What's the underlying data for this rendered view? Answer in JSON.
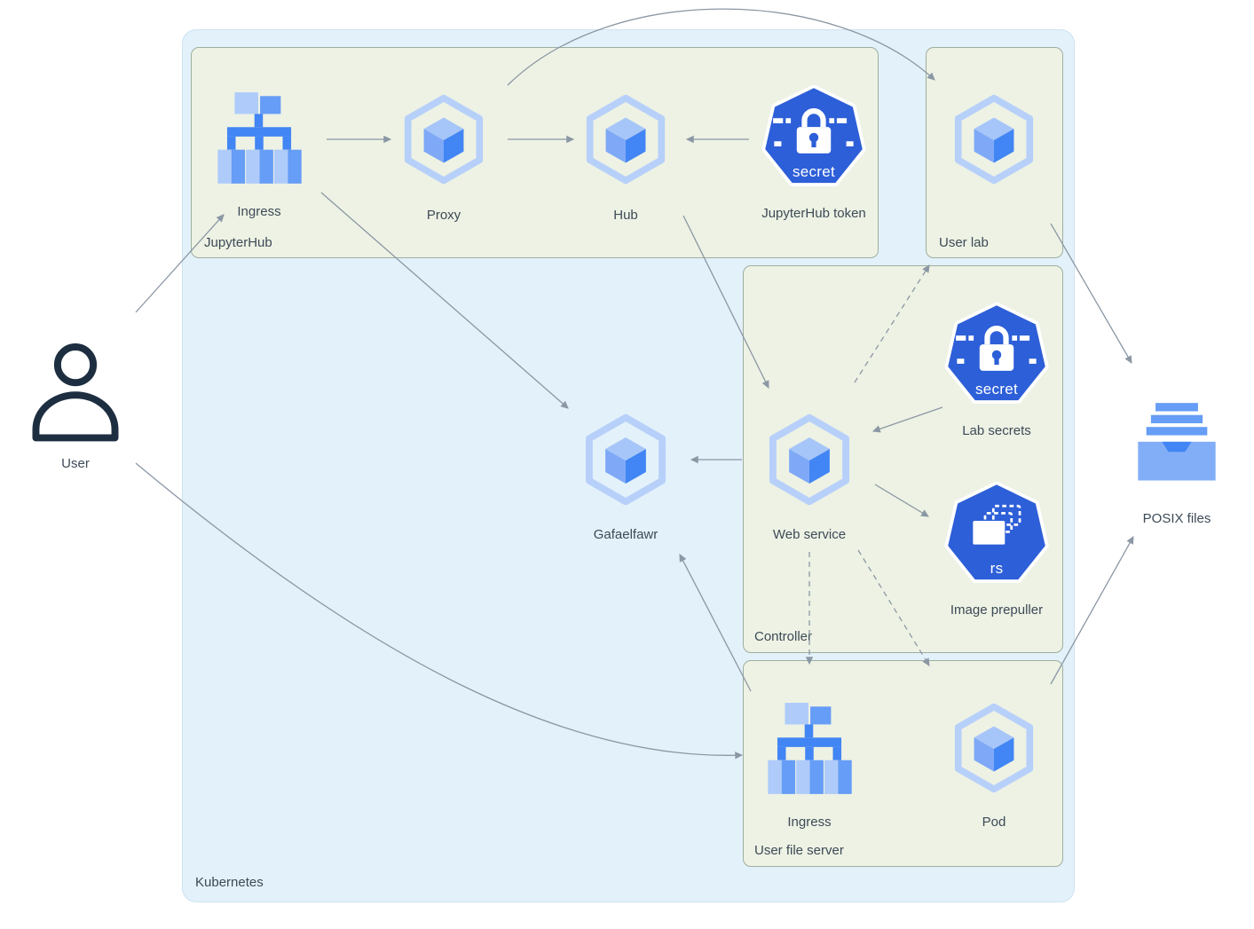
{
  "groups": {
    "kubernetes": {
      "label": "Kubernetes"
    },
    "jupyterhub": {
      "label": "JupyterHub"
    },
    "user_lab": {
      "label": "User lab"
    },
    "controller": {
      "label": "Controller"
    },
    "user_file_server": {
      "label": "User file server"
    }
  },
  "nodes": {
    "user": {
      "label": "User",
      "icon": "person-icon"
    },
    "jupyterhub_ingress": {
      "label": "Ingress",
      "icon": "ingress-icon"
    },
    "proxy": {
      "label": "Proxy",
      "icon": "kubernetes-pod-icon"
    },
    "hub": {
      "label": "Hub",
      "icon": "kubernetes-pod-icon"
    },
    "jupyterhub_token": {
      "label": "JupyterHub token",
      "icon": "secret-icon",
      "badge": "secret"
    },
    "user_lab_pod": {
      "icon": "kubernetes-pod-icon"
    },
    "lab_secrets": {
      "label": "Lab secrets",
      "icon": "secret-icon",
      "badge": "secret"
    },
    "web_service": {
      "label": "Web service",
      "icon": "kubernetes-pod-icon"
    },
    "image_prepuller": {
      "label": "Image prepuller",
      "icon": "replicaset-icon",
      "badge": "rs"
    },
    "gafaelfawr": {
      "label": "Gafaelfawr",
      "icon": "kubernetes-pod-icon"
    },
    "file_server_ingress": {
      "label": "Ingress",
      "icon": "ingress-icon"
    },
    "file_server_pod": {
      "label": "Pod",
      "icon": "kubernetes-pod-icon"
    },
    "posix_files": {
      "label": "POSIX files",
      "icon": "file-tray-icon"
    }
  },
  "edges": [
    {
      "from": "user",
      "to": "jupyterhub_ingress",
      "style": "solid"
    },
    {
      "from": "jupyterhub_ingress",
      "to": "proxy",
      "style": "solid"
    },
    {
      "from": "proxy",
      "to": "hub",
      "style": "solid"
    },
    {
      "from": "jupyterhub_token",
      "to": "hub",
      "style": "solid"
    },
    {
      "from": "proxy",
      "to": "user_lab_pod",
      "style": "solid"
    },
    {
      "from": "jupyterhub_ingress",
      "to": "gafaelfawr",
      "style": "solid"
    },
    {
      "from": "hub",
      "to": "web_service",
      "style": "solid"
    },
    {
      "from": "user_lab_pod",
      "to": "posix_files",
      "style": "solid"
    },
    {
      "from": "web_service",
      "to": "user_lab_pod",
      "style": "dashed"
    },
    {
      "from": "lab_secrets",
      "to": "web_service",
      "style": "solid"
    },
    {
      "from": "web_service",
      "to": "gafaelfawr",
      "style": "solid"
    },
    {
      "from": "web_service",
      "to": "image_prepuller",
      "style": "solid"
    },
    {
      "from": "web_service",
      "to": "file_server_ingress",
      "style": "dashed"
    },
    {
      "from": "web_service",
      "to": "file_server_pod",
      "style": "dashed"
    },
    {
      "from": "user",
      "to": "file_server_ingress",
      "style": "solid"
    },
    {
      "from": "file_server_ingress",
      "to": "gafaelfawr",
      "style": "solid"
    },
    {
      "from": "file_server_pod",
      "to": "posix_files",
      "style": "solid"
    }
  ],
  "colors": {
    "kubernetes_fill": "#e3f1fa",
    "group_fill": "#edf2e4",
    "group_border": "#9fae9f",
    "icon_blue_dark": "#4285f4",
    "icon_blue_mid": "#669df6",
    "icon_blue_light": "#aecbfa",
    "secret_fill": "#2d5fd8",
    "arrow": "#8b97a4",
    "label_text": "#3d4a57"
  }
}
